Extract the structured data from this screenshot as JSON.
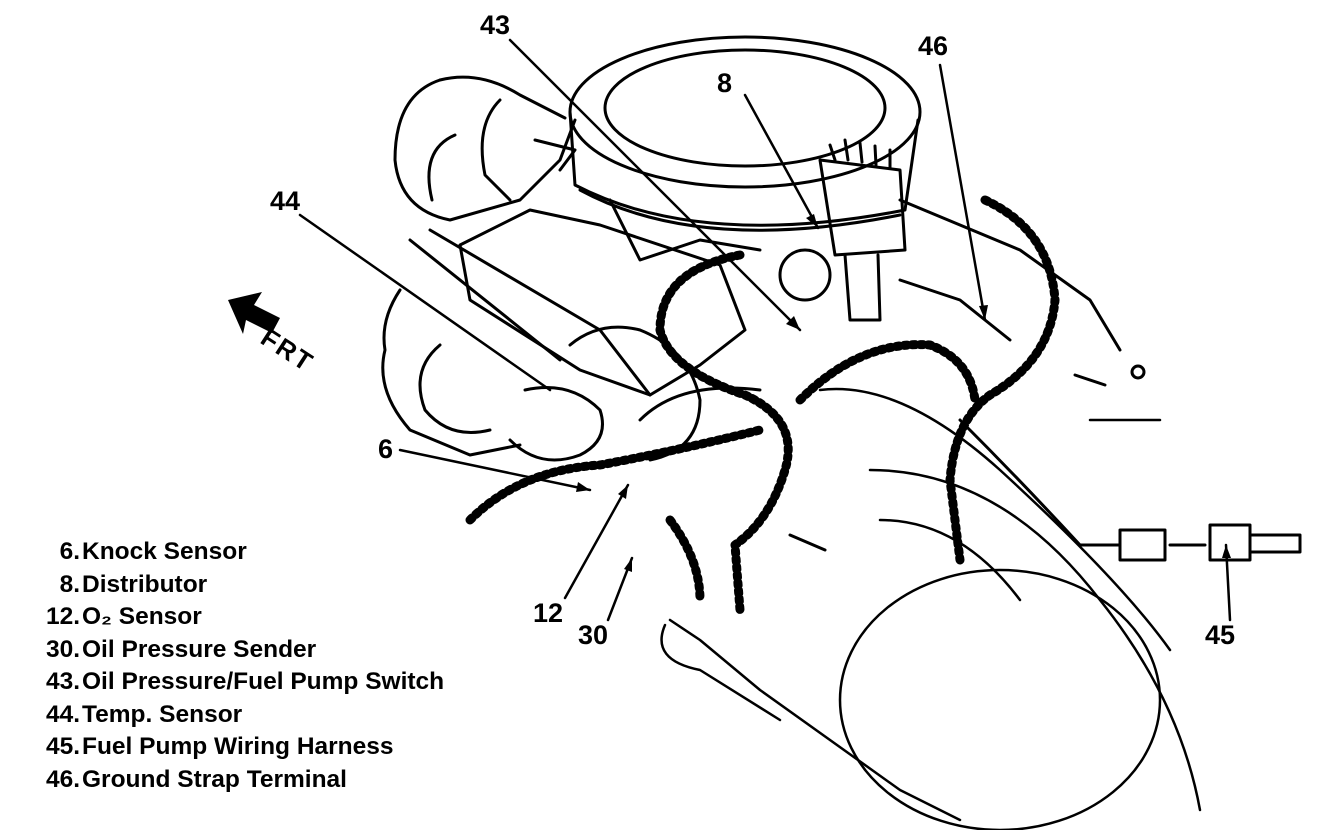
{
  "callouts": {
    "c43": "43",
    "c8": "8",
    "c46": "46",
    "c44": "44",
    "c6": "6",
    "c12": "12",
    "c30": "30",
    "c45": "45"
  },
  "direction_label": "FRT",
  "legend": [
    {
      "num": "6.",
      "label": "Knock Sensor"
    },
    {
      "num": "8.",
      "label": "Distributor"
    },
    {
      "num": "12.",
      "label": "O₂ Sensor"
    },
    {
      "num": "30.",
      "label": "Oil Pressure Sender"
    },
    {
      "num": "43.",
      "label": "Oil Pressure/Fuel Pump Switch"
    },
    {
      "num": "44.",
      "label": "Temp. Sensor"
    },
    {
      "num": "45.",
      "label": "Fuel Pump Wiring Harness"
    },
    {
      "num": "46.",
      "label": "Ground Strap Terminal"
    }
  ]
}
